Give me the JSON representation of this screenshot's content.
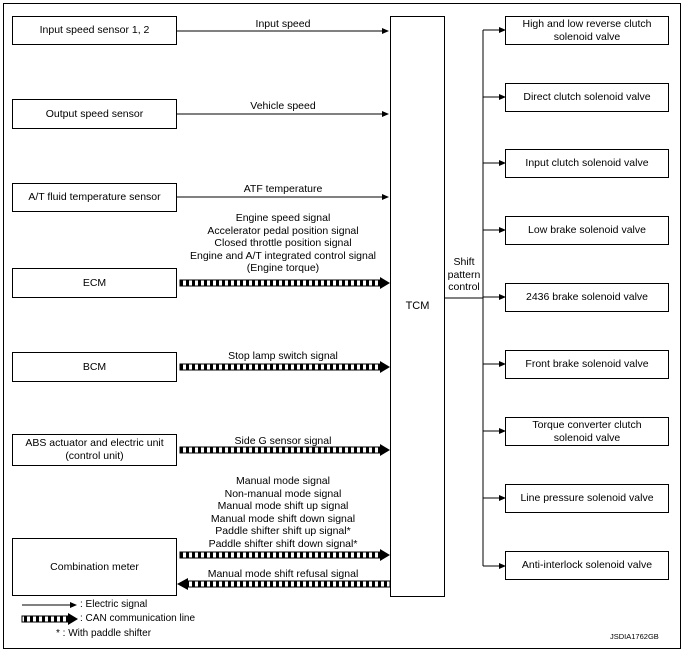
{
  "inputs": [
    {
      "name": "Input speed sensor 1, 2",
      "signal": "Input speed"
    },
    {
      "name": "Output speed sensor",
      "signal": "Vehicle speed"
    },
    {
      "name": "A/T fluid temperature sensor",
      "signal": "ATF temperature"
    },
    {
      "name": "ECM",
      "signal_lines": [
        "Engine speed signal",
        "Accelerator pedal position signal",
        "Closed throttle position signal",
        "Engine and A/T integrated control signal",
        "(Engine torque)"
      ]
    },
    {
      "name": "BCM",
      "signal": "Stop lamp switch signal"
    },
    {
      "name": "ABS actuator and electric unit",
      "name_line2": "(control unit)",
      "signal": "Side G sensor signal"
    },
    {
      "name": "Combination meter",
      "signal_lines": [
        "Manual mode signal",
        "Non-manual mode signal",
        "Manual mode shift up signal",
        "Manual mode shift down signal",
        "Paddle shifter shift up signal*",
        "Paddle shifter shift down signal*"
      ],
      "return_signal": "Manual mode shift refusal signal"
    }
  ],
  "tcm": {
    "label": "TCM"
  },
  "shift_control": {
    "line1": "Shift",
    "line2": "pattern",
    "line3": "control"
  },
  "outputs": [
    {
      "line1": "High and low reverse clutch",
      "line2": "solenoid valve"
    },
    {
      "line1": "Direct clutch solenoid valve",
      "line2": ""
    },
    {
      "line1": "Input clutch solenoid valve",
      "line2": ""
    },
    {
      "line1": "Low brake solenoid valve",
      "line2": ""
    },
    {
      "line1": "2436 brake solenoid valve",
      "line2": ""
    },
    {
      "line1": "Front brake solenoid valve",
      "line2": ""
    },
    {
      "line1": "Torque converter clutch",
      "line2": "solenoid valve"
    },
    {
      "line1": "Line pressure solenoid valve",
      "line2": ""
    },
    {
      "line1": "Anti-interlock solenoid valve",
      "line2": ""
    }
  ],
  "legend": {
    "electric": ": Electric signal",
    "can": ": CAN communication line",
    "paddle": "* : With paddle shifter"
  },
  "code": "JSDIA1762GB"
}
